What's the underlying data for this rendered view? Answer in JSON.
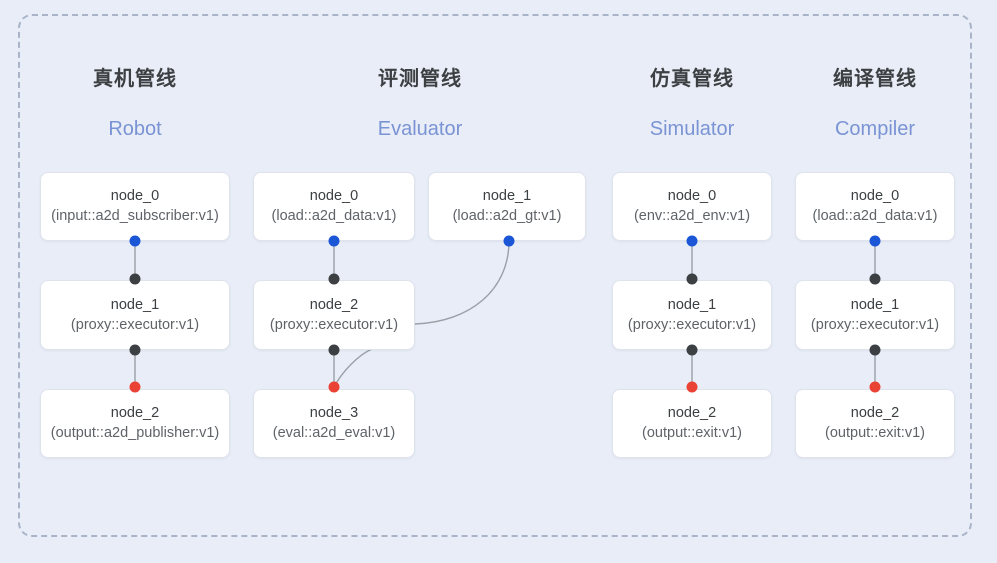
{
  "frame": {
    "border_color": "#a9b4c9",
    "background": "#e8edf7"
  },
  "columns": [
    {
      "title_cn": "真机管线",
      "title_en": "Robot",
      "nodes": [
        {
          "name": "node_0",
          "type": "(input::a2d_subscriber:v1)"
        },
        {
          "name": "node_1",
          "type": "(proxy::executor:v1)"
        },
        {
          "name": "node_2",
          "type": "(output::a2d_publisher:v1)"
        }
      ]
    },
    {
      "title_cn": "评测管线",
      "title_en": "Evaluator",
      "nodes": [
        {
          "name": "node_0",
          "type": "(load::a2d_data:v1)"
        },
        {
          "name": "node_1",
          "type": "(load::a2d_gt:v1)"
        },
        {
          "name": "node_2",
          "type": "(proxy::executor:v1)"
        },
        {
          "name": "node_3",
          "type": "(eval::a2d_eval:v1)"
        }
      ]
    },
    {
      "title_cn": "仿真管线",
      "title_en": "Simulator",
      "nodes": [
        {
          "name": "node_0",
          "type": "(env::a2d_env:v1)"
        },
        {
          "name": "node_1",
          "type": "(proxy::executor:v1)"
        },
        {
          "name": "node_2",
          "type": "(output::exit:v1)"
        }
      ]
    },
    {
      "title_cn": "编译管线",
      "title_en": "Compiler",
      "nodes": [
        {
          "name": "node_0",
          "type": "(load::a2d_data:v1)"
        },
        {
          "name": "node_1",
          "type": "(proxy::executor:v1)"
        },
        {
          "name": "node_2",
          "type": "(output::exit:v1)"
        }
      ]
    }
  ],
  "ports": {
    "output_color": "#1a56d6",
    "passthrough_color": "#3c4043",
    "input_color": "#ea4335"
  },
  "edges": {
    "line_color": "#9aa0a6"
  }
}
